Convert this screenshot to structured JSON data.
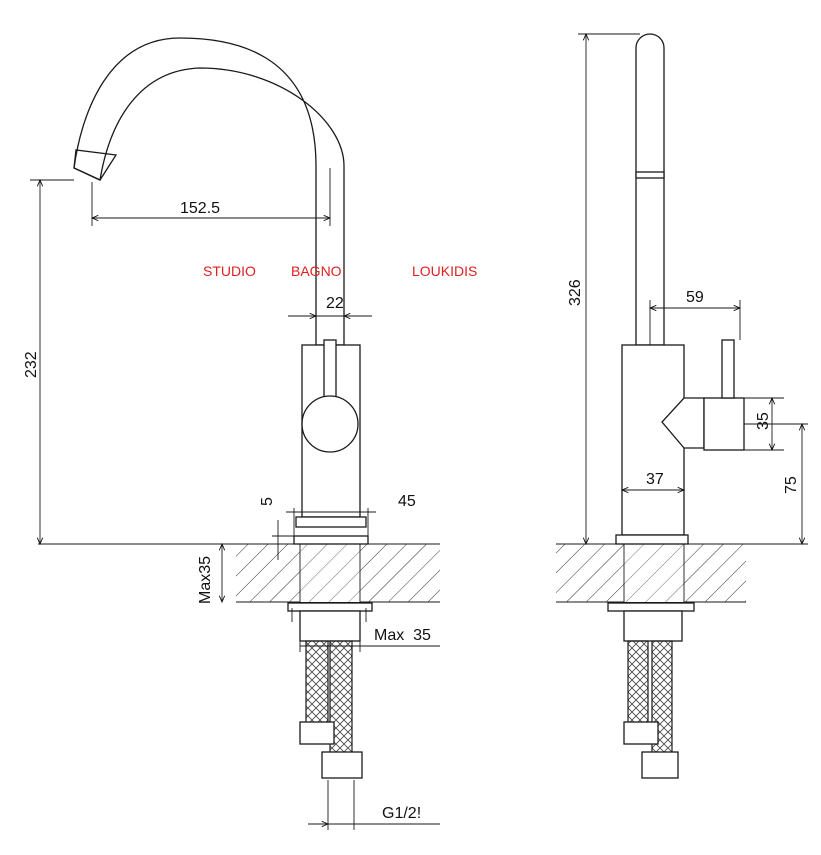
{
  "watermark": {
    "words": [
      "STUDIO",
      "BAGNO",
      "LOUKIDIS"
    ],
    "color": "#e02020"
  },
  "front_view": {
    "spout_reach": "152.5",
    "spout_height": "232",
    "pipe_diameter": "22",
    "base_step": "5",
    "base_diameter": "45",
    "max_deck_thickness": "Max35",
    "max_hole": "Max  35",
    "connection_thread": "G1/2!"
  },
  "side_view": {
    "total_height": "326",
    "lever_offset": "59",
    "lever_block": "35",
    "lever_height": "75",
    "body_diameter": "37"
  }
}
